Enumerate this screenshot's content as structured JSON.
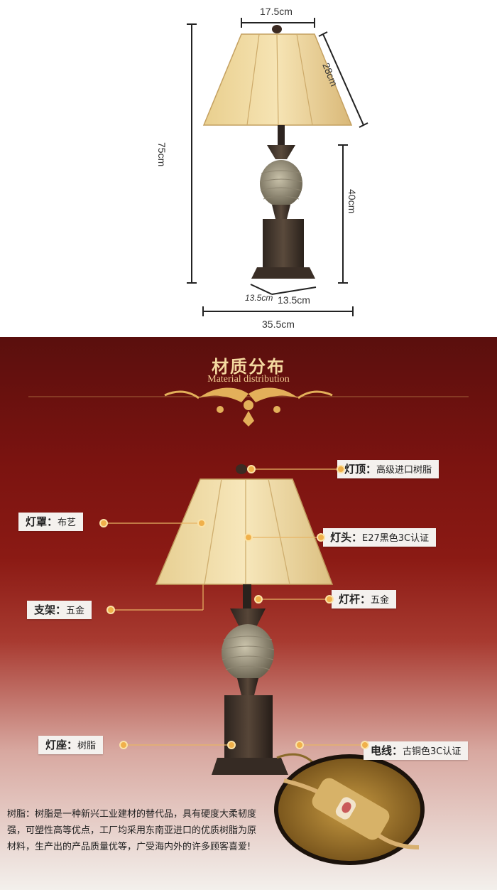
{
  "dimensions": {
    "top_width": "17.5cm",
    "shade_slant": "28cm",
    "total_height": "75cm",
    "base_height": "40cm",
    "base_depth": "13.5cm",
    "base_width": "13.5cm",
    "shade_bottom_width": "35.5cm"
  },
  "section": {
    "title_cn": "材质分布",
    "title_en": "Material distribution"
  },
  "materials": [
    {
      "name": "灯顶：",
      "value": "高级进口树脂"
    },
    {
      "name": "灯罩：",
      "value": "布艺"
    },
    {
      "name": "灯头：",
      "value": "E27黑色3C认证"
    },
    {
      "name": "支架：",
      "value": "五金"
    },
    {
      "name": "灯杆：",
      "value": "五金"
    },
    {
      "name": "灯座：",
      "value": "树脂"
    },
    {
      "name": "电线：",
      "value": "古铜色3C认证"
    }
  ],
  "note": {
    "prefix": "树脂：",
    "text": "树脂是一种新兴工业建材的替代品，具有硬度大柔韧度强，可塑性高等优点，工厂均采用东南亚进口的优质树脂为原材料，生产出的产品质量优等，广受海内外的许多顾客喜爱!"
  },
  "colors": {
    "accent": "#f0b04a",
    "background_top": "#ffffff",
    "background_dark": "#6a1210",
    "title": "#f4d9a0"
  }
}
